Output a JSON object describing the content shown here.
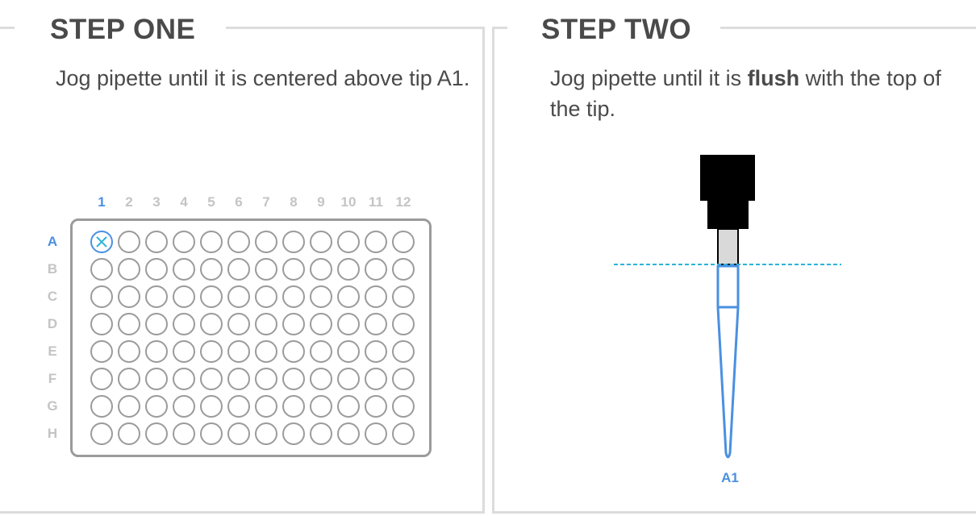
{
  "step_one": {
    "title": "STEP ONE",
    "instruction": "Jog pipette until it is centered above tip A1."
  },
  "step_two": {
    "title": "STEP TWO",
    "instruction_before": "Jog pipette until it is ",
    "instruction_bold": "flush",
    "instruction_after": " with the top of the tip.",
    "tip_label": "A1"
  },
  "plate": {
    "columns": [
      "1",
      "2",
      "3",
      "4",
      "5",
      "6",
      "7",
      "8",
      "9",
      "10",
      "11",
      "12"
    ],
    "rows": [
      "A",
      "B",
      "C",
      "D",
      "E",
      "F",
      "G",
      "H"
    ],
    "target_well": "A1"
  },
  "colors": {
    "accent": "#4a90e2",
    "guide_line": "#2bb4d8",
    "border": "#dcdcdc",
    "well_outline": "#9b9b9b",
    "inactive_label": "#c4c4c4",
    "text": "#4a4a4a"
  }
}
